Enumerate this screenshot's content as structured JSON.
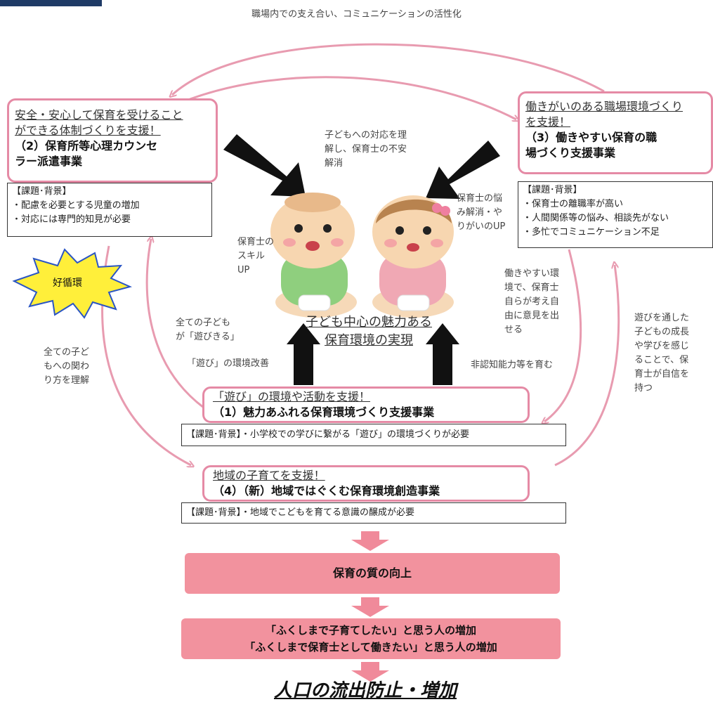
{
  "top_caption": "職場内での支え合い、コミュニケーションの活性化",
  "box2": {
    "lead": [
      "安全・安心して保育を受けること",
      "ができる体制づくりを支援！"
    ],
    "title": [
      "（2）保育所等心理カウンセ",
      "ラー派遣事業"
    ],
    "bg": [
      "【課題･背景】",
      "・配慮を必要とする児童の増加",
      "・対応には専門的知見が必要"
    ]
  },
  "box3": {
    "lead": [
      "働きがいのある職場環境づくり",
      "を支援！"
    ],
    "title": [
      "（3）働きやすい保育の職",
      "場づくり支援事業"
    ],
    "bg": [
      "【課題･背景】",
      "・保育士の離職率が高い",
      "・人間関係等の悩み、相談先がない",
      "・多忙でコミュニケーション不足"
    ]
  },
  "box1": {
    "lead": "「遊び」の環境や活動を支援！",
    "title": "（1）魅力あふれる保育環境づくり支援事業",
    "bg": "【課題･背景】・小学校での学びに繋がる「遊び」の環境づくりが必要"
  },
  "box4": {
    "lead": "地域の子育てを支援！",
    "title": "（4）（新）地域ではぐくむ保育環境創造事業",
    "bg": "【課題･背景】・地域でこどもを育てる意識の醸成が必要"
  },
  "notes": {
    "center_top": [
      "子どもへの対応を理",
      "解し、保育士の不安",
      "解消"
    ],
    "skill": [
      "保育士の",
      "スキル",
      "UP"
    ],
    "worry": [
      "保育士の悩",
      "み解消・や",
      "りがいのUP"
    ],
    "easy_work": [
      "働きやすい環",
      "境で、保育士",
      "自らが考え自",
      "由に意見を出",
      "せる"
    ],
    "all_play": [
      "全ての子ども",
      "が「遊びきる」"
    ],
    "play_env": "「遊び」の環境改善",
    "noncog": "非認知能力等を育む",
    "left_all": [
      "全ての子ど",
      "もへの関わ",
      "り方を理解"
    ],
    "right_play": [
      "遊びを通した",
      "子どもの成長",
      "や学びを感じ",
      "ることで、保",
      "育士が自信を",
      "持つ"
    ]
  },
  "burst_label": "好循環",
  "center_title": [
    "子ども中心の魅力ある",
    "保育環境の実現"
  ],
  "quality": "保育の質の向上",
  "increase": [
    "「ふくしまで子育てしたい」と思う人の増加",
    "「ふくしまで保育士として働きたい」と思う人の増加"
  ],
  "final": "人口の流出防止・増加",
  "colors": {
    "pink_border": "#e58aa5",
    "pink_fill": "#f2929e",
    "arrow_down": "#f08a9a",
    "curve": "#e89bb0",
    "burst": "#ffef3a",
    "burst_stroke": "#2a55c4",
    "navy": "#1f3b66"
  }
}
